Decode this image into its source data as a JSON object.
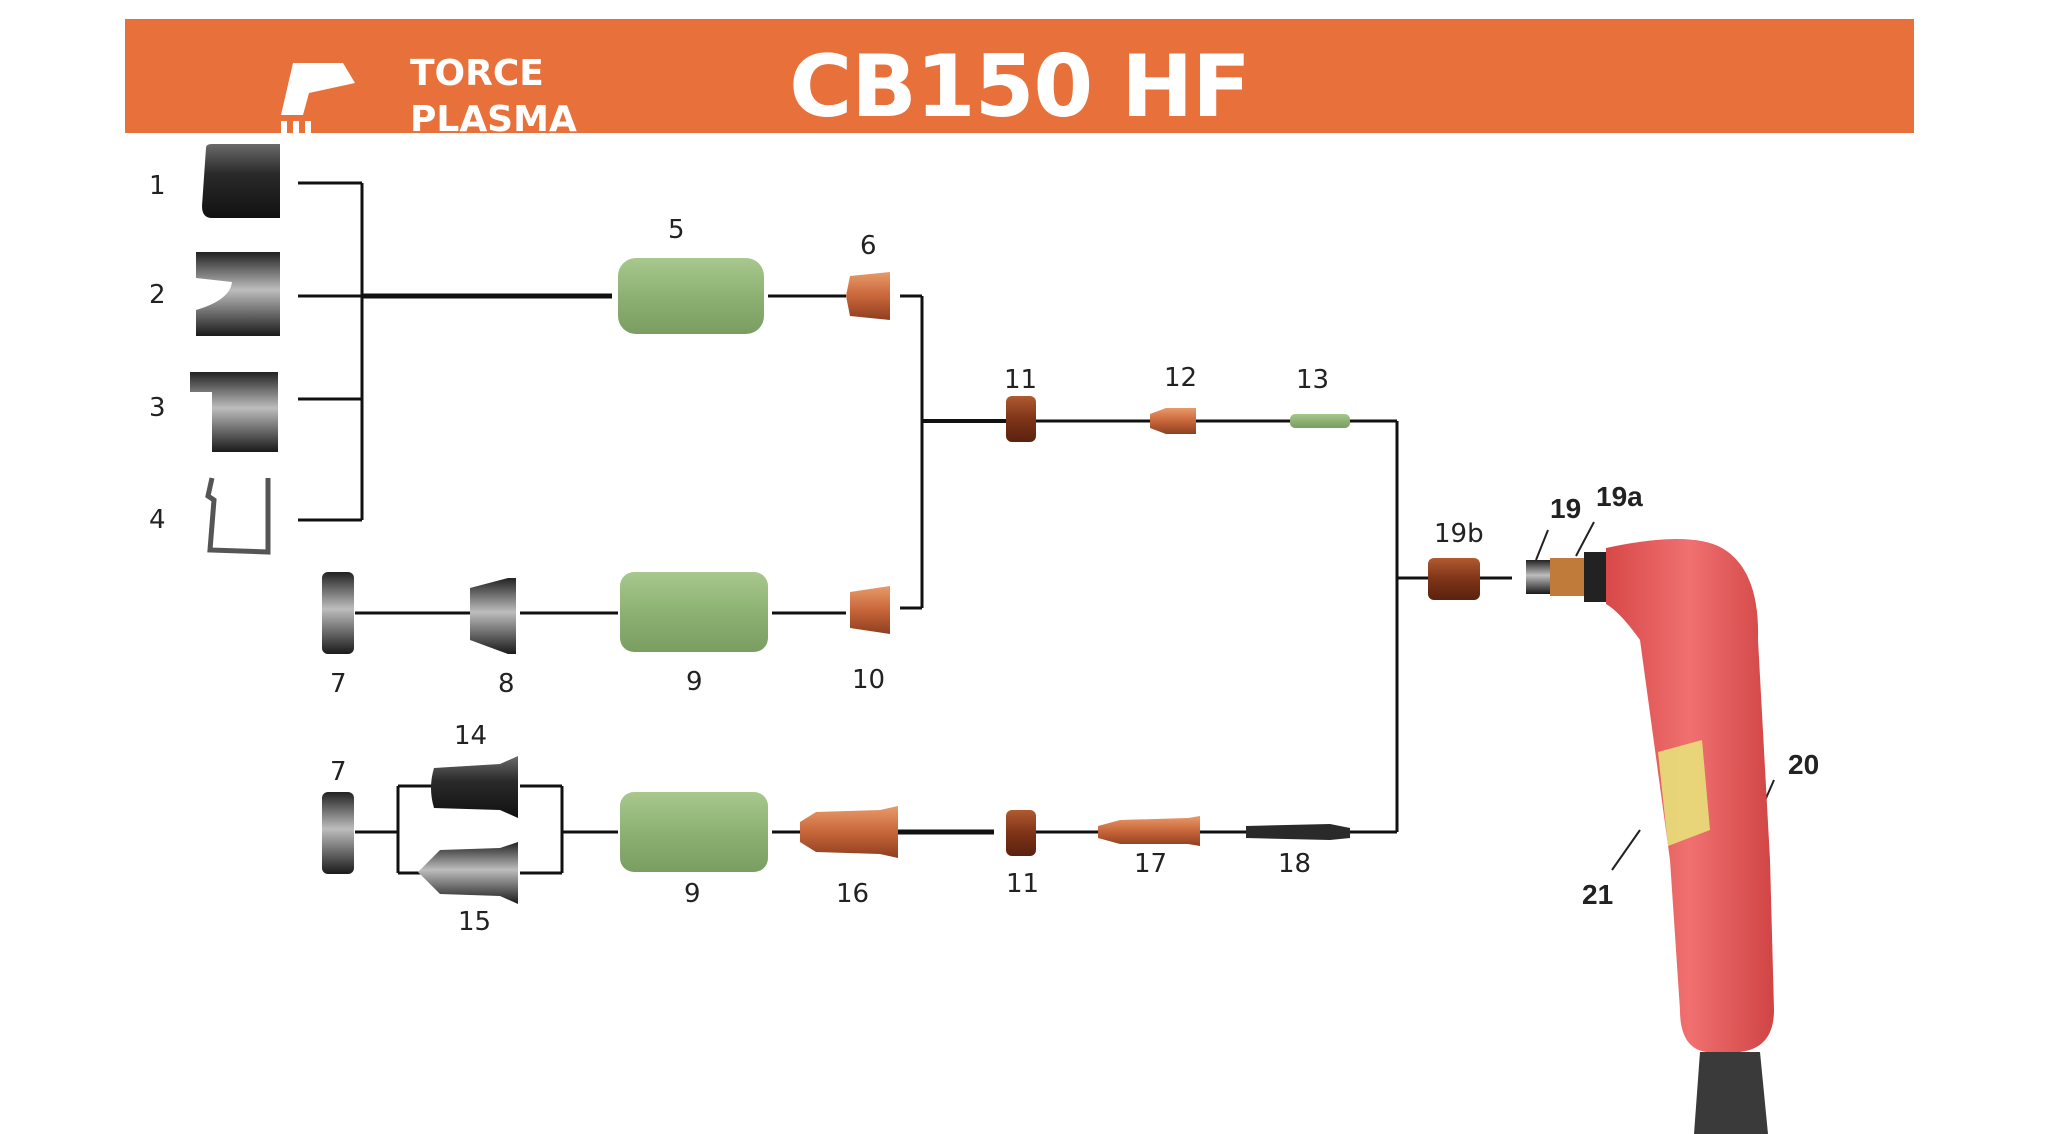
{
  "header": {
    "brand_line1": "TORCE",
    "brand_line2": "PLASMA",
    "model": "CB150 HF",
    "color": "#e8703a"
  },
  "parts": {
    "p1": "1",
    "p2": "2",
    "p3": "3",
    "p4": "4",
    "p5": "5",
    "p6": "6",
    "p7a": "7",
    "p7b": "7",
    "p8": "8",
    "p9a": "9",
    "p9b": "9",
    "p10": "10",
    "p11a": "11",
    "p11b": "11",
    "p12": "12",
    "p13": "13",
    "p14": "14",
    "p15": "15",
    "p16": "16",
    "p17": "17",
    "p18": "18",
    "p19": "19",
    "p19a": "19a",
    "p19b": "19b",
    "p20": "20",
    "p21": "21"
  },
  "colors": {
    "ceramic": "#8fb37a",
    "copper": "#c8663a",
    "torch_body": "#e85a5a",
    "grip": "#e8e07a",
    "metal": "#3a3a3a"
  }
}
